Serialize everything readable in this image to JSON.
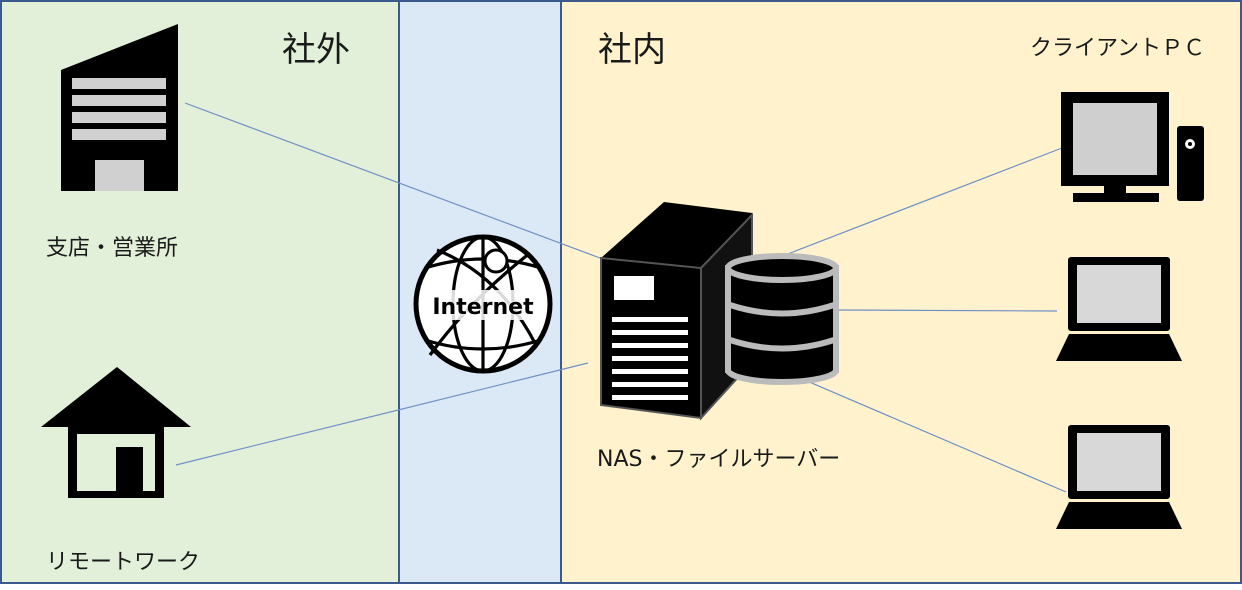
{
  "zones": {
    "outside": {
      "title": "社外"
    },
    "inside": {
      "title": "社内"
    }
  },
  "nodes": {
    "branch_office": {
      "label": "支店・営業所",
      "icon": "office-building-icon"
    },
    "remote_work": {
      "label": "リモートワーク",
      "icon": "house-icon"
    },
    "internet": {
      "label": "Internet",
      "icon": "globe-icon"
    },
    "nas": {
      "label": "NAS・ファイルサーバー",
      "icon": "server-database-icon"
    },
    "clients": {
      "label": "クライアントＰＣ",
      "icons": [
        "desktop-pc-icon",
        "laptop-icon",
        "laptop-icon"
      ]
    }
  },
  "colors": {
    "outside_bg": "#e2f0d9",
    "internet_bg": "#dbe8f5",
    "inside_bg": "#fff2cc",
    "border": "#3b5a8c",
    "connector": "#6f8fc6"
  }
}
